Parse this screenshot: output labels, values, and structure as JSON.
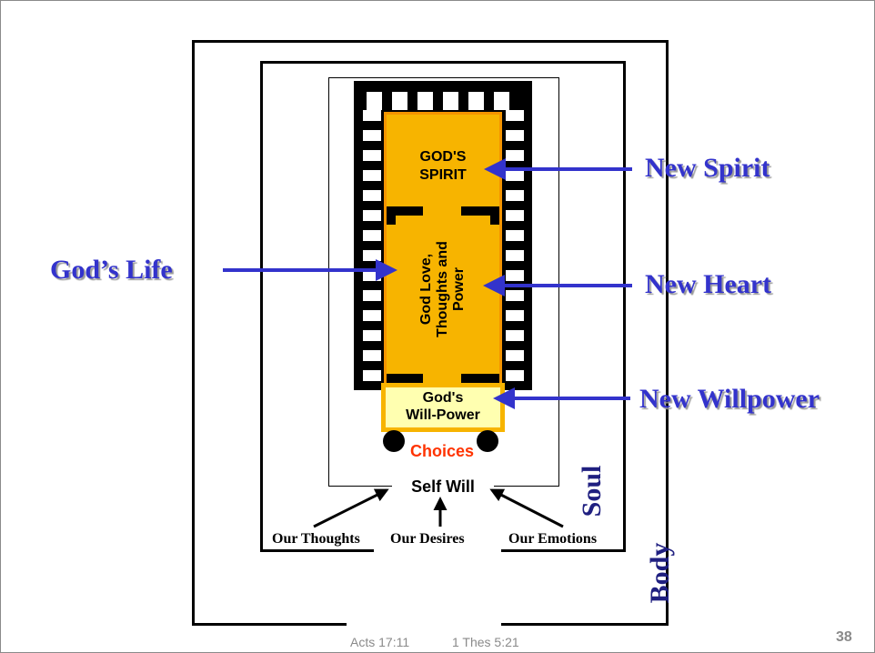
{
  "diagram": {
    "spirit_box": [
      "GOD'S",
      "SPIRIT"
    ],
    "heart_box": [
      "God Love,",
      "Thoughts and",
      "Power"
    ],
    "will_box": [
      "God's",
      "Will-Power"
    ],
    "choices": "Choices",
    "self_will": "Self Will",
    "soul": "Soul",
    "body": "Body",
    "inputs": {
      "thoughts": "Our Thoughts",
      "desires": "Our Desires",
      "emotions": "Our Emotions"
    },
    "callouts": {
      "gods_life": "God’s Life",
      "new_spirit": "New Spirit",
      "new_heart": "New Heart",
      "new_willpower": "New Willpower"
    },
    "colors": {
      "gold": "#f7b400",
      "orange_border": "#f49400",
      "pale_yellow": "#ffffb0",
      "arrow_blue": "#3333cc",
      "choices_red": "#ff3300",
      "navy": "#1f1f80"
    }
  },
  "footer": {
    "ref1": "Acts 17:11",
    "ref2": "1 Thes 5:21",
    "page_number": "38"
  }
}
